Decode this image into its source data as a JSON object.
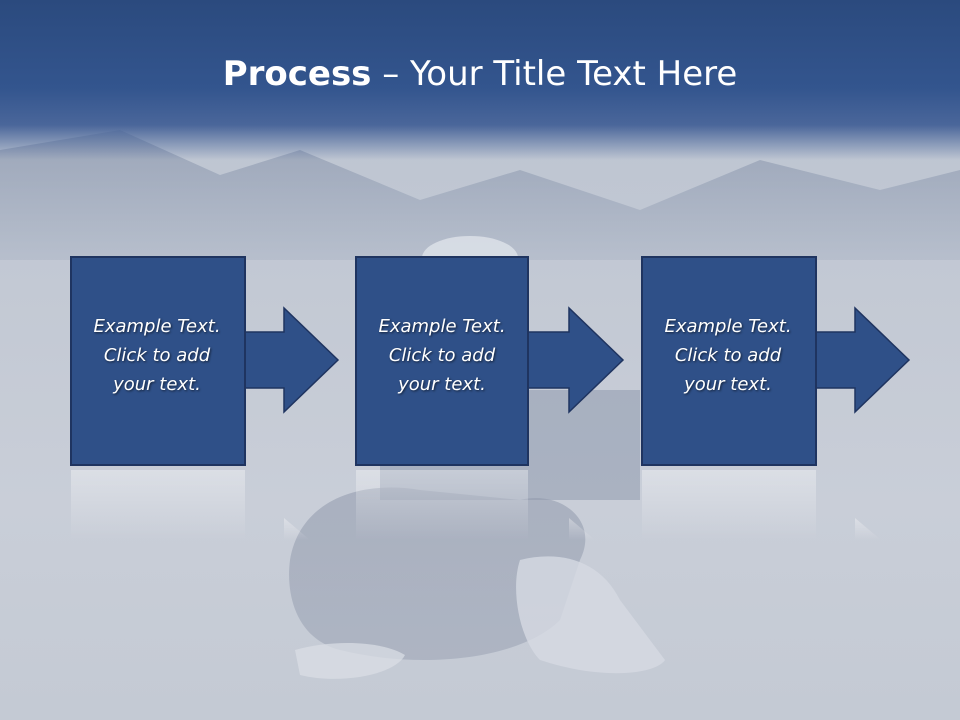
{
  "title": {
    "bold": "Process",
    "rest": " – Your Title Text Here"
  },
  "steps": [
    {
      "text": "Example Text.\nClick  to add\nyour text."
    },
    {
      "text": "Example Text.\nClick  to add\nyour text."
    },
    {
      "text": "Example Text.\nClick  to add\nyour text."
    }
  ],
  "colors": {
    "header": "#2f5088",
    "box_fill": "#2f5088",
    "box_border": "#1f3460",
    "text": "#ffffff"
  },
  "icons": [
    "right-arrow-icon"
  ]
}
